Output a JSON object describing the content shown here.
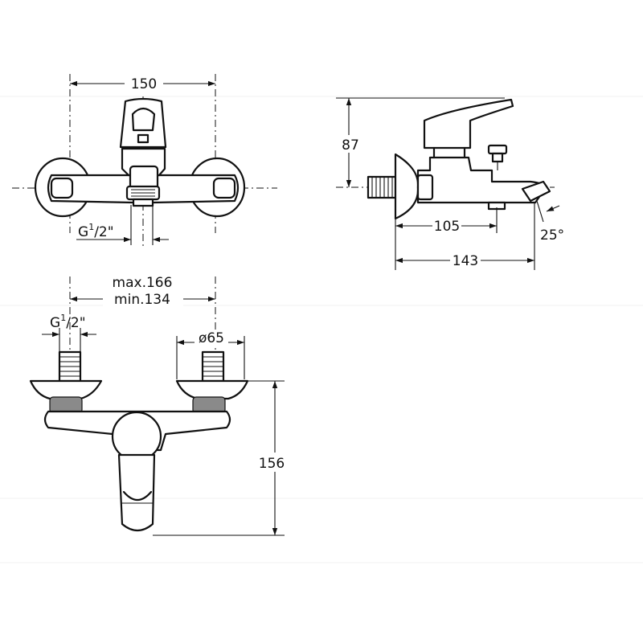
{
  "dimensions": {
    "front_width": "150",
    "front_inlet_thread": "G",
    "front_inlet_thread_sup": "1",
    "front_inlet_thread_tail": "/2\"",
    "side_height": "87",
    "side_spout_reach_inner": "105",
    "side_spout_reach_total": "143",
    "side_spout_angle": "25°",
    "bottom_distance_max": "max.166",
    "bottom_distance_min": "min.134",
    "bottom_inlet_thread": "G",
    "bottom_inlet_thread_sup": "1",
    "bottom_inlet_thread_tail": "/2\"",
    "bottom_flange_diameter": "ø65",
    "bottom_height": "156"
  }
}
